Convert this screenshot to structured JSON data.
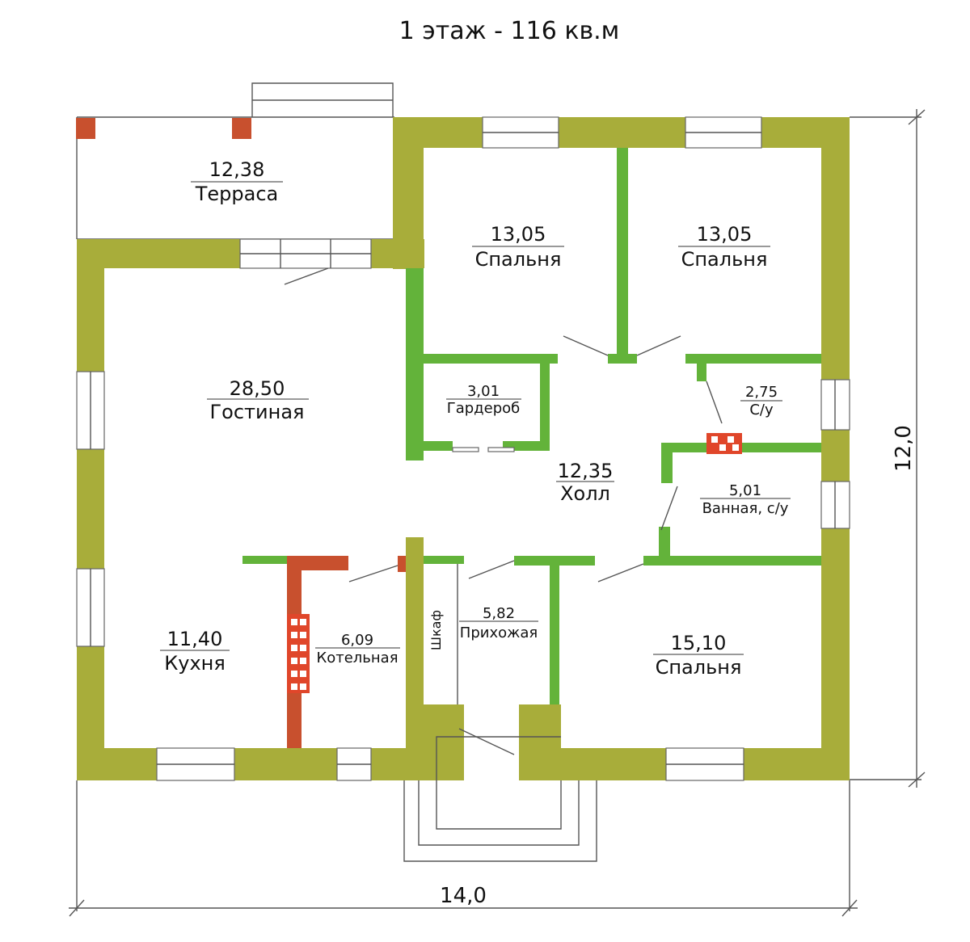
{
  "title": "1 этаж - 116 кв.м",
  "dimensions": {
    "width": "14,0",
    "height": "12,0"
  },
  "rooms": {
    "terrace": {
      "area": "12,38",
      "name": "Терраса"
    },
    "bedroom1": {
      "area": "13,05",
      "name": "Спальня"
    },
    "bedroom2": {
      "area": "13,05",
      "name": "Спальня"
    },
    "living": {
      "area": "28,50",
      "name": "Гостиная"
    },
    "wardrobe": {
      "area": "3,01",
      "name": "Гардероб"
    },
    "wc": {
      "area": "2,75",
      "name": "С/у"
    },
    "hall": {
      "area": "12,35",
      "name": "Холл"
    },
    "bathroom": {
      "area": "5,01",
      "name": "Ванная, с/у"
    },
    "kitchen": {
      "area": "11,40",
      "name": "Кухня"
    },
    "boiler": {
      "area": "6,09",
      "name": "Котельная"
    },
    "closet": {
      "name": "Шкаф"
    },
    "entry": {
      "area": "5,82",
      "name": "Прихожая"
    },
    "bedroom3": {
      "area": "15,10",
      "name": "Спальня"
    }
  },
  "colors": {
    "exterior_wall": "#a8ad3a",
    "interior_wall": "#63b33a",
    "brick": "#e0462a"
  }
}
